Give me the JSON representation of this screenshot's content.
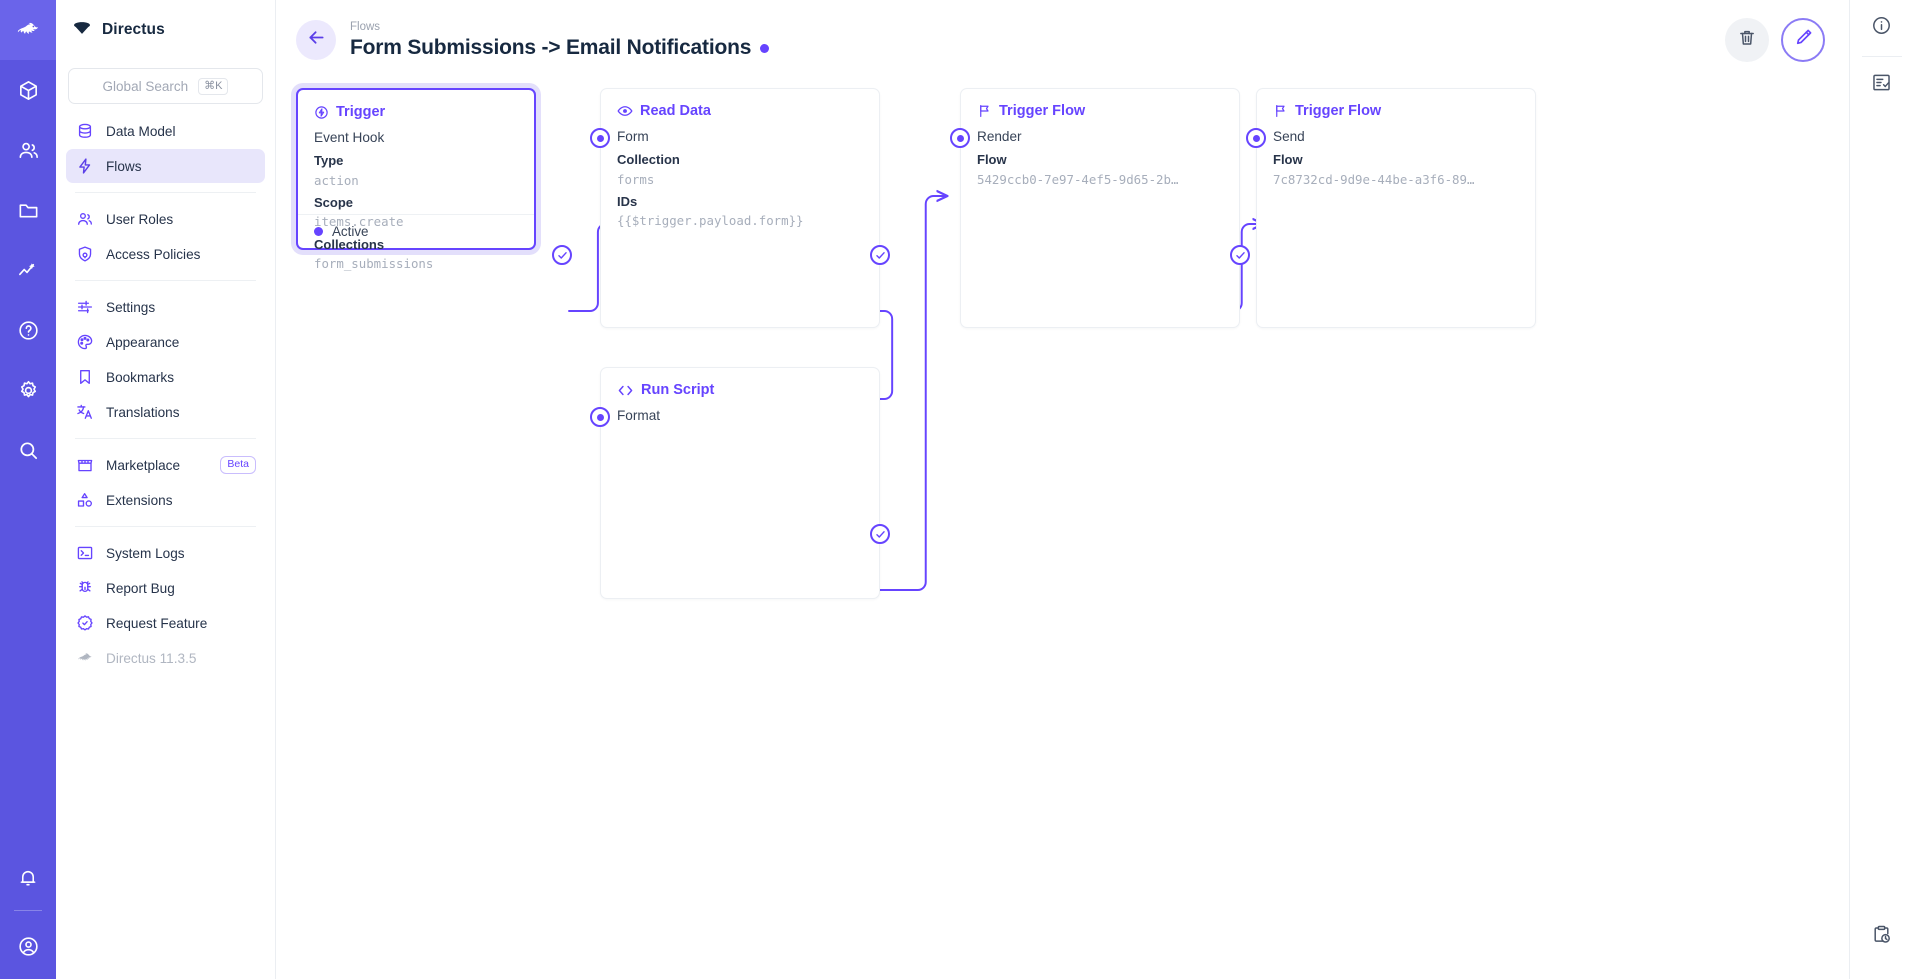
{
  "module_bar": {
    "logo_icon": "directus-rabbit-logo",
    "items": [
      {
        "name": "content",
        "icon": "box-icon",
        "active": false
      },
      {
        "name": "users",
        "icon": "people-icon",
        "active": false
      },
      {
        "name": "files",
        "icon": "folder-icon",
        "active": false
      },
      {
        "name": "insights",
        "icon": "analytics-icon",
        "active": false
      },
      {
        "name": "docs",
        "icon": "help-circle-icon",
        "active": false
      },
      {
        "name": "settings",
        "icon": "gear-icon",
        "active": false
      },
      {
        "name": "search",
        "icon": "search-icon",
        "active": false
      }
    ],
    "bottom": [
      {
        "name": "notifications",
        "icon": "bell-icon"
      },
      {
        "name": "account",
        "icon": "user-circle-icon"
      }
    ]
  },
  "sidebar": {
    "project_name": "Directus",
    "project_icon": "directus-diamond-logo",
    "search": {
      "placeholder": "Global Search",
      "shortcut": "⌘K",
      "icon": "search-icon"
    },
    "items": [
      {
        "label": "Data Model",
        "icon": "database-icon",
        "active": false
      },
      {
        "label": "Flows",
        "icon": "bolt-icon",
        "active": true
      },
      {
        "separator": true
      },
      {
        "label": "User Roles",
        "icon": "people-icon",
        "active": false
      },
      {
        "label": "Access Policies",
        "icon": "shield-lock-icon",
        "active": false
      },
      {
        "separator": true
      },
      {
        "label": "Settings",
        "icon": "sliders-icon",
        "active": false
      },
      {
        "label": "Appearance",
        "icon": "palette-icon",
        "active": false
      },
      {
        "label": "Bookmarks",
        "icon": "bookmark-icon",
        "active": false
      },
      {
        "label": "Translations",
        "icon": "translate-icon",
        "active": false
      },
      {
        "separator": true
      },
      {
        "label": "Marketplace",
        "icon": "storefront-icon",
        "badge": "Beta",
        "active": false
      },
      {
        "label": "Extensions",
        "icon": "shapes-icon",
        "active": false
      },
      {
        "separator": true
      },
      {
        "label": "System Logs",
        "icon": "terminal-icon",
        "active": false
      },
      {
        "label": "Report Bug",
        "icon": "bug-icon",
        "active": false
      },
      {
        "label": "Request Feature",
        "icon": "verified-icon",
        "active": false
      },
      {
        "label": "Directus 11.3.5",
        "icon": "directus-rabbit-logo",
        "muted": true
      }
    ]
  },
  "header": {
    "back_icon": "arrow-left-icon",
    "breadcrumb": "Flows",
    "title": "Form Submissions -> Email Notifications",
    "status_dot_color": "#6644ff",
    "delete_label": "Delete Flow",
    "delete_icon": "trash-icon",
    "edit_label": "Edit Flow",
    "edit_icon": "pencil-icon"
  },
  "right_rail": {
    "items": [
      {
        "name": "info",
        "icon": "info-circle-icon"
      },
      {
        "name": "activity",
        "icon": "checklist-icon"
      }
    ],
    "bottom": [
      {
        "name": "logs",
        "icon": "clipboard-clock-icon"
      }
    ]
  },
  "flow": {
    "accent_color": "#6644ff",
    "nodes": [
      {
        "id": "trigger",
        "type": "Trigger",
        "type_icon": "trigger-bolt-circle-icon",
        "selected": true,
        "name": "Event Hook",
        "fields": [
          {
            "key": "Type",
            "value": "action"
          },
          {
            "key": "Scope",
            "value": "items.create"
          },
          {
            "key": "Collections",
            "value": "form_submissions"
          }
        ],
        "footer": {
          "label": "Active",
          "dot_color": "#6644ff"
        }
      },
      {
        "id": "read-data",
        "type": "Read Data",
        "type_icon": "eye-icon",
        "selected": false,
        "name": "Form",
        "fields": [
          {
            "key": "Collection",
            "value": "forms"
          },
          {
            "key": "IDs",
            "value": "{{$trigger.payload.form}}"
          }
        ]
      },
      {
        "id": "trigger-flow-render",
        "type": "Trigger Flow",
        "type_icon": "flag-icon",
        "selected": false,
        "name": "Render",
        "fields": [
          {
            "key": "Flow",
            "value": "5429ccb0-7e97-4ef5-9d65-2b…"
          }
        ]
      },
      {
        "id": "trigger-flow-send",
        "type": "Trigger Flow",
        "type_icon": "flag-icon",
        "selected": false,
        "name": "Send",
        "fields": [
          {
            "key": "Flow",
            "value": "7c8732cd-9d9e-44be-a3f6-89…"
          }
        ]
      },
      {
        "id": "run-script",
        "type": "Run Script",
        "type_icon": "code-brackets-icon",
        "selected": false,
        "name": "Format",
        "fields": []
      }
    ]
  }
}
